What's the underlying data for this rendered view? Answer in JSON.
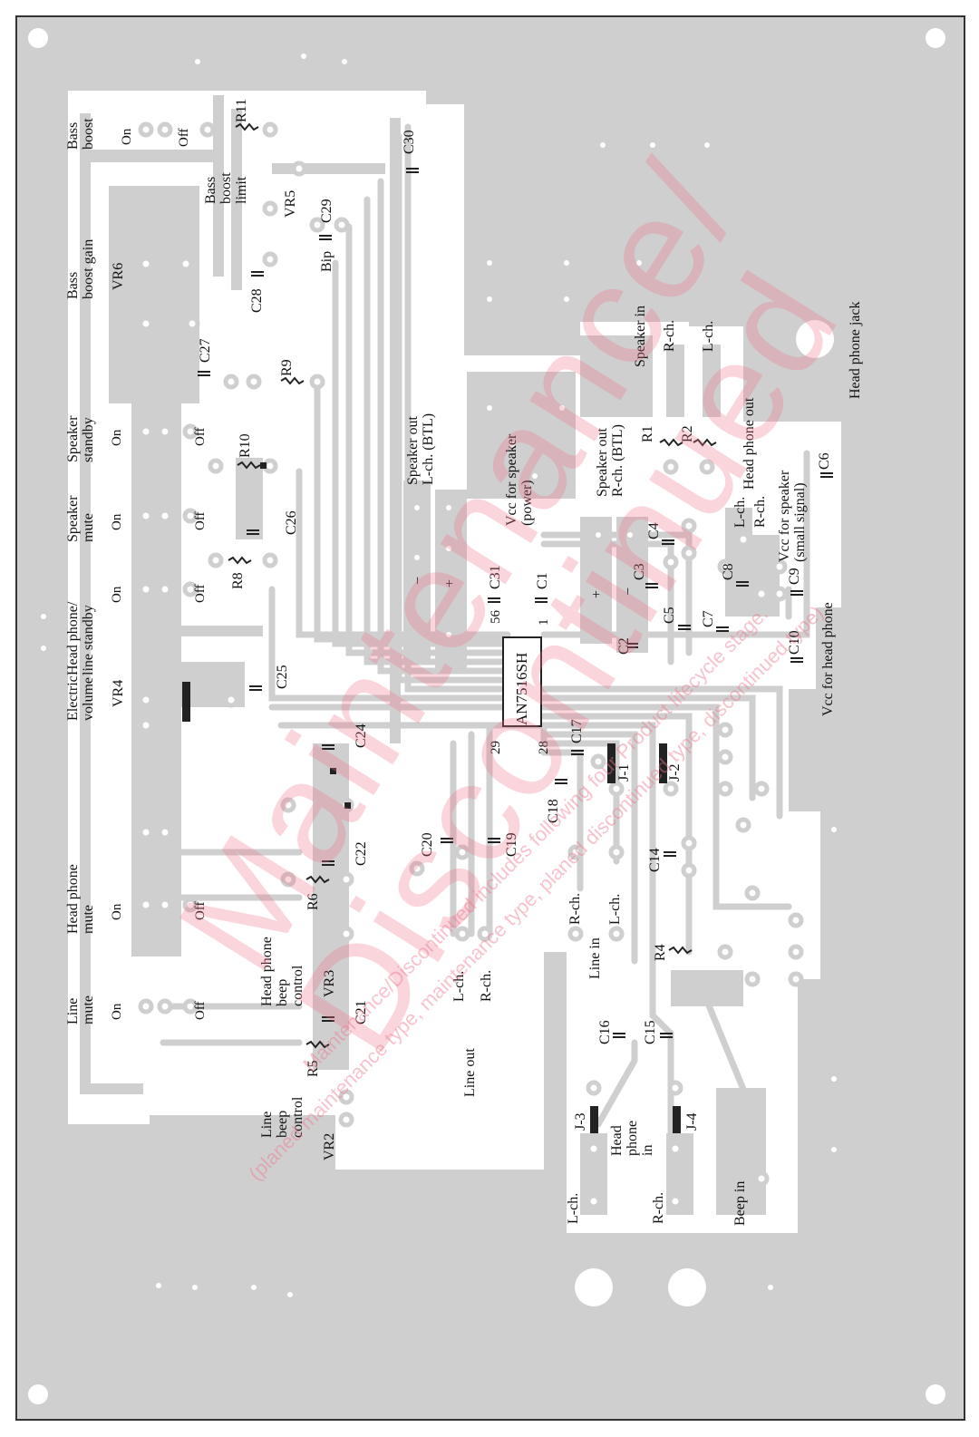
{
  "chip": {
    "name": "AN7516SH",
    "pin_56": "56",
    "pin_1": "1",
    "pin_29": "29",
    "pin_28": "28"
  },
  "switches": {
    "bass_boost": "Bass\nboost",
    "bass_boost_gain": "Bass\nboost gain",
    "bass_boost_limit": "Bass\nboost\nlimit",
    "speaker_standby": "Speaker\nstandby",
    "speaker_mute": "Speaker\nmute",
    "hp_line_standby": "Head phone/\nline standby",
    "electric_volume": "Electric\nvolume",
    "head_phone_mute": "Head phone\nmute",
    "line_mute": "Line\nmute",
    "hp_beep_control": "Head phone\nbeep\ncontrol",
    "line_beep_control": "Line\nbeep\ncontrol",
    "on": "On",
    "off": "Off"
  },
  "components": {
    "vr2": "VR2",
    "vr3": "VR3",
    "vr4": "VR4",
    "vr5": "VR5",
    "vr6": "VR6",
    "r1": "R1",
    "r2": "R2",
    "r4": "R4",
    "r5": "R5",
    "r6": "R6",
    "r8": "R8",
    "r9": "R9",
    "r10": "R10",
    "r11": "R11",
    "c1": "C1",
    "c2": "C2",
    "c3": "C3",
    "c4": "C4",
    "c5": "C5",
    "c6": "C6",
    "c7": "C7",
    "c8": "C8",
    "c9": "C9",
    "c10": "C10",
    "c14": "C14",
    "c15": "C15",
    "c16": "C16",
    "c17": "C17",
    "c18": "C18",
    "c19": "C19",
    "c20": "C20",
    "c21": "C21",
    "c22": "C22",
    "c24": "C24",
    "c25": "C25",
    "c26": "C26",
    "c27": "C27",
    "c28": "C28",
    "c29": "C29",
    "c30": "C30",
    "c31": "C31",
    "bip": "Bip",
    "j1": "J-1",
    "j2": "J-2",
    "j3": "J-3",
    "j4": "J-4"
  },
  "io_labels": {
    "speaker_out_l": "Speaker out\nL-ch. (BTL)",
    "vcc_speaker_power": "Vcc for speaker\n(power)",
    "speaker_out_r": "Speaker out\nR-ch. (BTL)",
    "speaker_in": "Speaker in",
    "r_ch": "R-ch.",
    "l_ch": "L-ch.",
    "head_phone_out": "Head phone out",
    "vcc_speaker_small": "Vcc for speaker\n(small signal)",
    "vcc_head_phone": "Vcc for head phone",
    "head_phone_jack": "Head phone jack",
    "line_in": "Line in",
    "line_out": "Line out",
    "head_phone_in": "Head\nphone\nin",
    "beep_in": "Beep in",
    "plus": "+",
    "minus": "−"
  },
  "watermark": {
    "line1": "Maintenance/",
    "line2": "Discontinued",
    "note": "(planed maintenance type, maintenance type, planed discontinued type, discontinued type)",
    "note2": "Maintenance/Discontinued includes following four Product lifecycle stage."
  },
  "colors": {
    "board": "#cfcfcf",
    "pad": "#ffffff",
    "frame": "#333333",
    "watermark": "#ee7890"
  }
}
